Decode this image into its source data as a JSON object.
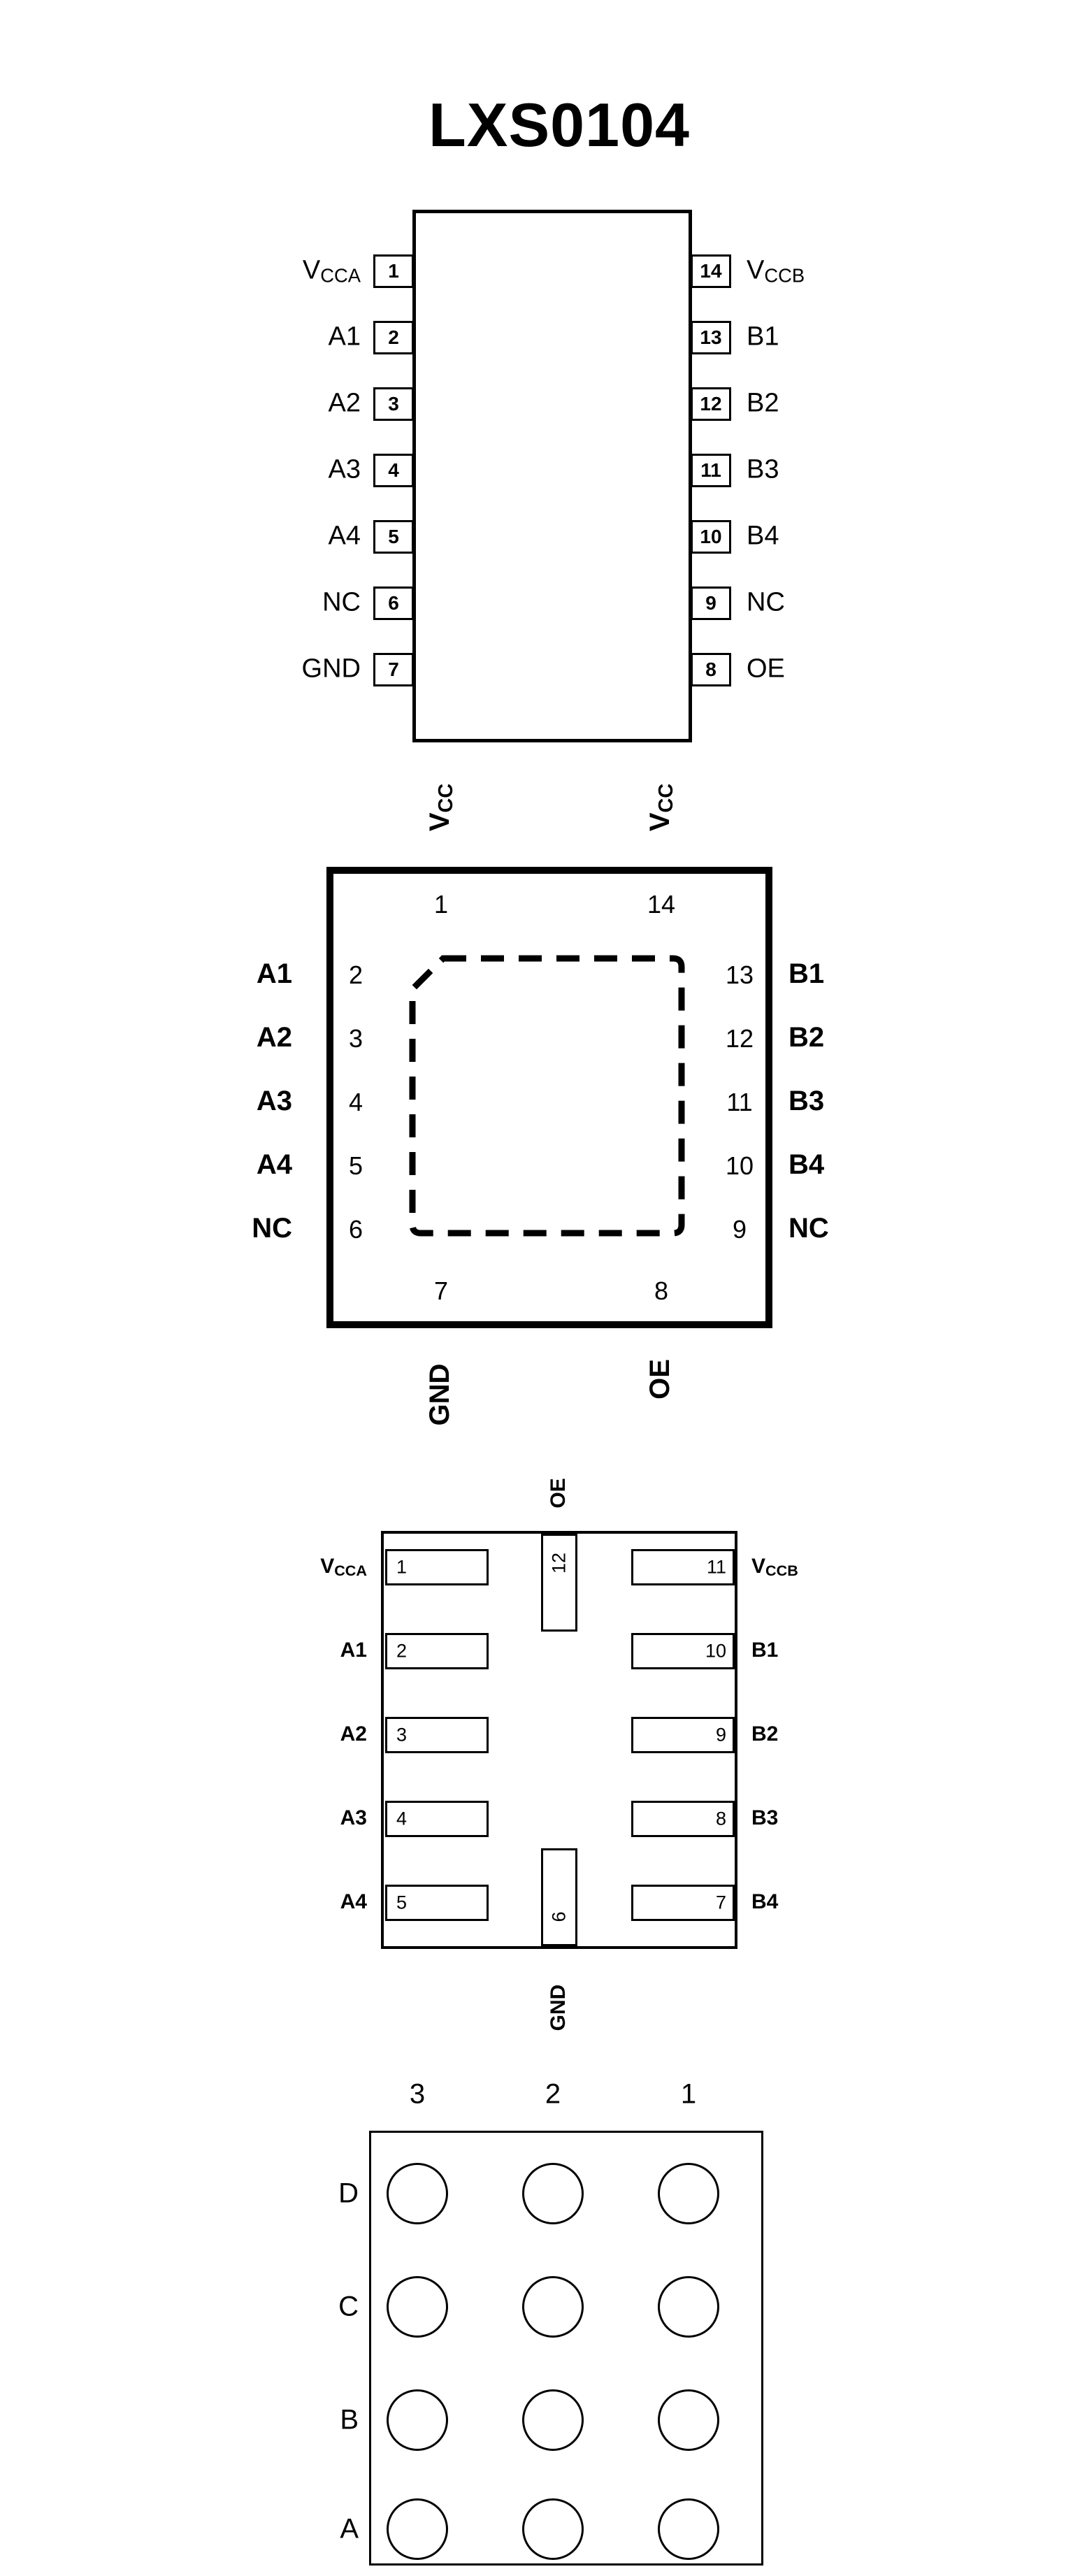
{
  "title": "LXS0104",
  "colors": {
    "line": "#000000",
    "background": "#ffffff"
  },
  "package_top": {
    "left_pins": [
      {
        "num": "1",
        "base": "V",
        "sub": "CCA"
      },
      {
        "num": "2",
        "base": "A1",
        "sub": ""
      },
      {
        "num": "3",
        "base": "A2",
        "sub": ""
      },
      {
        "num": "4",
        "base": "A3",
        "sub": ""
      },
      {
        "num": "5",
        "base": "A4",
        "sub": ""
      },
      {
        "num": "6",
        "base": "NC",
        "sub": ""
      },
      {
        "num": "7",
        "base": "GND",
        "sub": ""
      }
    ],
    "right_pins": [
      {
        "num": "14",
        "base": "V",
        "sub": "CCB"
      },
      {
        "num": "13",
        "base": "B1",
        "sub": ""
      },
      {
        "num": "12",
        "base": "B2",
        "sub": ""
      },
      {
        "num": "11",
        "base": "B3",
        "sub": ""
      },
      {
        "num": "10",
        "base": "B4",
        "sub": ""
      },
      {
        "num": "9",
        "base": "NC",
        "sub": ""
      },
      {
        "num": "8",
        "base": "OE",
        "sub": ""
      }
    ]
  },
  "package_qfn": {
    "top_pins": [
      {
        "num": "1",
        "base": "V",
        "sub": "CC"
      },
      {
        "num": "14",
        "base": "V",
        "sub": "CC"
      }
    ],
    "left_pins": [
      {
        "num": "2",
        "base": "A1",
        "sub": ""
      },
      {
        "num": "3",
        "base": "A2",
        "sub": ""
      },
      {
        "num": "4",
        "base": "A3",
        "sub": ""
      },
      {
        "num": "5",
        "base": "A4",
        "sub": ""
      },
      {
        "num": "6",
        "base": "NC",
        "sub": ""
      }
    ],
    "right_pins": [
      {
        "num": "13",
        "base": "B1",
        "sub": ""
      },
      {
        "num": "12",
        "base": "B2",
        "sub": ""
      },
      {
        "num": "11",
        "base": "B3",
        "sub": ""
      },
      {
        "num": "10",
        "base": "B4",
        "sub": ""
      },
      {
        "num": "9",
        "base": "NC",
        "sub": ""
      }
    ],
    "bottom_pins": [
      {
        "num": "7",
        "base": "GND",
        "sub": ""
      },
      {
        "num": "8",
        "base": "OE",
        "sub": ""
      }
    ]
  },
  "package_son": {
    "left_pins": [
      {
        "num": "1",
        "base": "V",
        "sub": "CCA"
      },
      {
        "num": "2",
        "base": "A1",
        "sub": ""
      },
      {
        "num": "3",
        "base": "A2",
        "sub": ""
      },
      {
        "num": "4",
        "base": "A3",
        "sub": ""
      },
      {
        "num": "5",
        "base": "A4",
        "sub": ""
      }
    ],
    "right_pins": [
      {
        "num": "11",
        "base": "V",
        "sub": "CCB"
      },
      {
        "num": "10",
        "base": "B1",
        "sub": ""
      },
      {
        "num": "9",
        "base": "B2",
        "sub": ""
      },
      {
        "num": "8",
        "base": "B3",
        "sub": ""
      },
      {
        "num": "7",
        "base": "B4",
        "sub": ""
      }
    ],
    "top_pin": {
      "num": "12",
      "base": "OE",
      "sub": ""
    },
    "bottom_pin": {
      "num": "6",
      "base": "GND",
      "sub": ""
    }
  },
  "package_bga": {
    "column_labels": [
      "3",
      "2",
      "1"
    ],
    "row_labels": [
      "D",
      "C",
      "B",
      "A"
    ]
  }
}
